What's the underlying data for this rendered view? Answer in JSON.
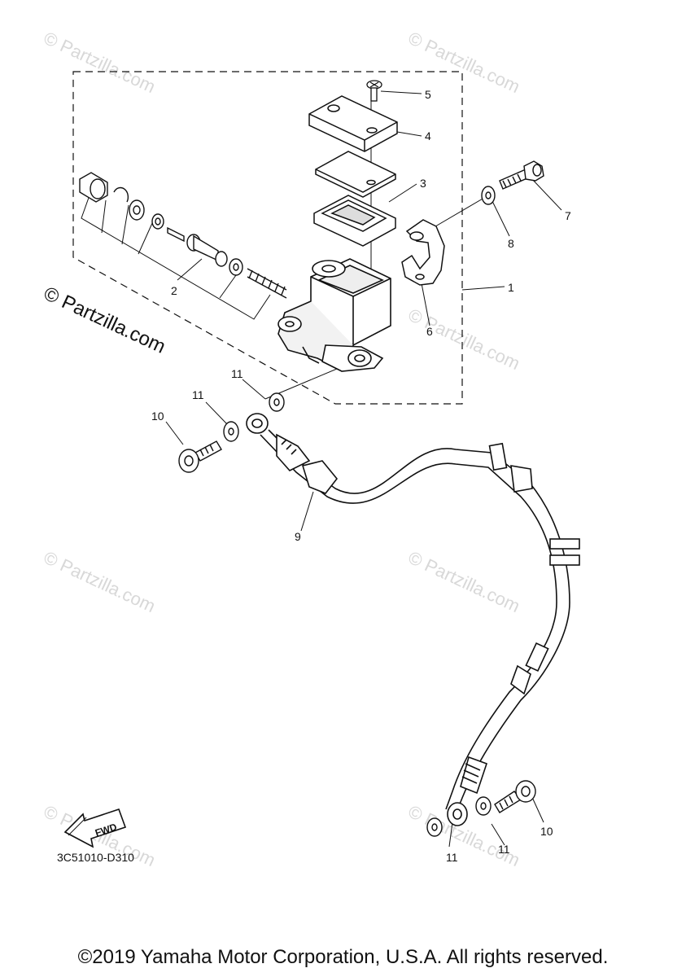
{
  "watermark": {
    "text": "© Partzilla.com"
  },
  "callouts": {
    "c1": "1",
    "c2": "2",
    "c3": "3",
    "c4": "4",
    "c5": "5",
    "c6": "6",
    "c7": "7",
    "c8": "8",
    "c9": "9",
    "c10a": "10",
    "c10b": "10",
    "c11a": "11",
    "c11b": "11",
    "c11c": "11",
    "c11d": "11"
  },
  "fwd_label": "FWD",
  "diagram_code": "3C51010-D310",
  "copyright": "©2019 Yamaha Motor Corporation, U.S.A. All rights reserved."
}
